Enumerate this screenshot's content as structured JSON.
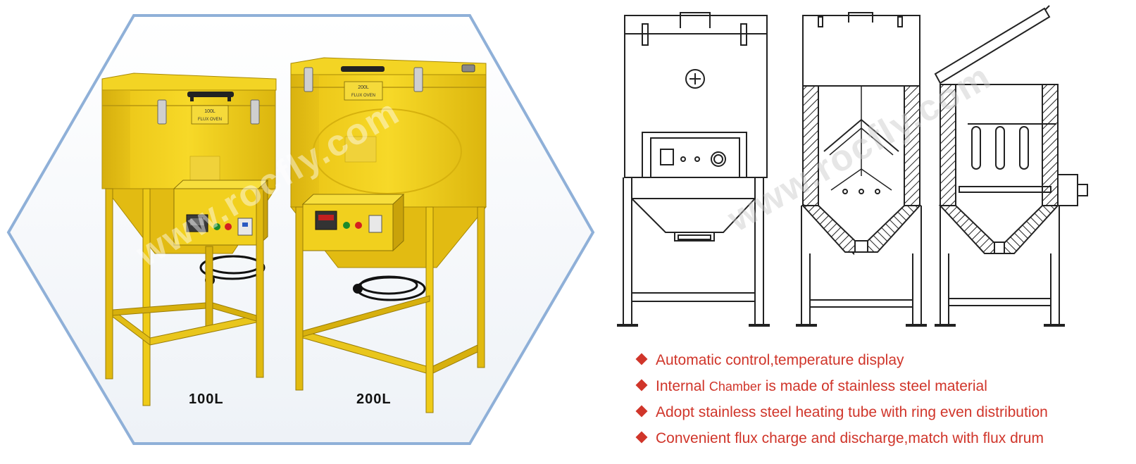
{
  "products": [
    {
      "label": "100L",
      "plate_capacity": "100L",
      "plate_name": "FLUX OVEN"
    },
    {
      "label": "200L",
      "plate_capacity": "200L",
      "plate_name": "FLUX OVEN"
    }
  ],
  "watermark": "www.rocfly.com",
  "features": [
    {
      "pre": "Automatic control,temperature display",
      "em": "",
      "post": ""
    },
    {
      "pre": "Internal ",
      "em": "Chamber",
      "post": " is made of stainless steel material"
    },
    {
      "pre": "Adopt stainless steel heating tube with ring even distribution",
      "em": "",
      "post": ""
    },
    {
      "pre": "Convenient flux charge and discharge,match with flux drum",
      "em": "",
      "post": ""
    }
  ],
  "colors": {
    "oven_yellow": "#f2cf1c",
    "oven_shade": "#d9b20e",
    "hexagon_border": "#8fb0d8",
    "feature_text": "#d0352a",
    "drawing_line": "#222222",
    "insulation_hatch": "#333333"
  },
  "icons": [
    "diamond-bullet-icon",
    "pressure-gauge-icon",
    "handle-icon",
    "latch-icon"
  ]
}
